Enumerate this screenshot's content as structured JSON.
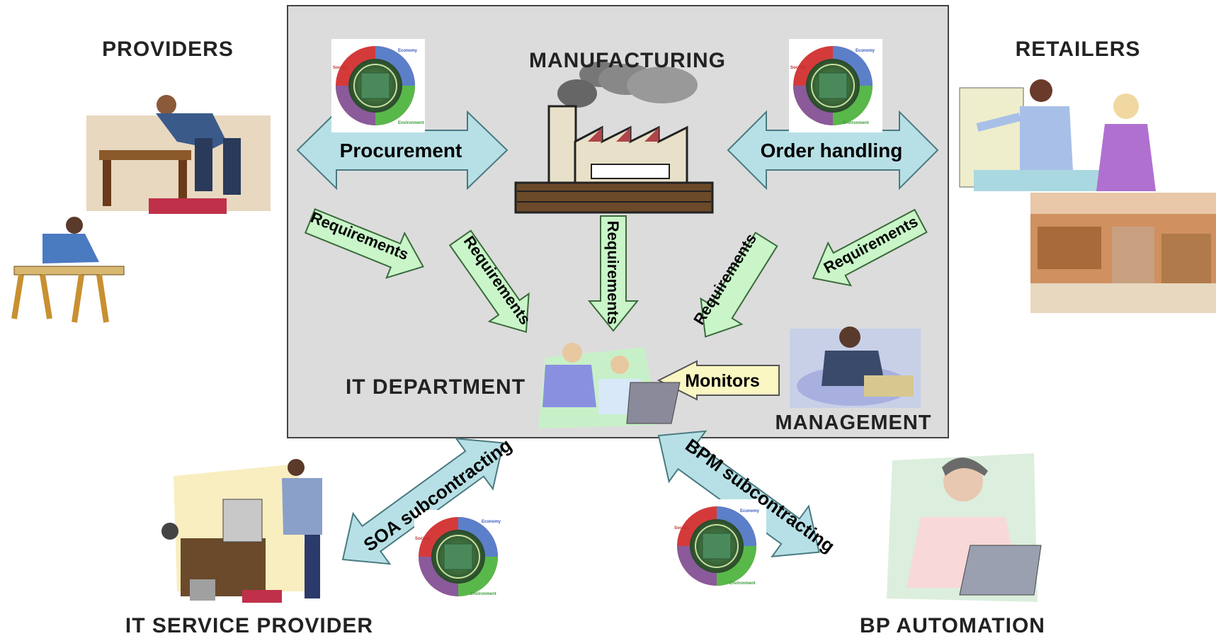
{
  "labels": {
    "providers": "PROVIDERS",
    "retailers": "RETAILERS",
    "manufacturing": "MANUFACTURING",
    "it_department": "IT DEPARTMENT",
    "management": "MANAGEMENT",
    "it_service_provider": "IT SERVICE PROVIDER",
    "bp_automation": "BP AUTOMATION"
  },
  "arrows": {
    "procurement": "Procurement",
    "order_handling": "Order handling",
    "requirements": "Requirements",
    "monitors": "Monitors",
    "soa_subcontracting": "SOA subcontracting",
    "bpm_subcontracting": "BPM subcontracting"
  },
  "logo_text": {
    "economy": "Economy",
    "society": "Society",
    "environment": "Environment"
  },
  "colors": {
    "panel": "#dcdcdc",
    "panel_border": "#444444",
    "blue_arrow": "#b7e0e6",
    "green_arrow": "#c9f5c9",
    "yellow_arrow": "#fbf7c2"
  }
}
